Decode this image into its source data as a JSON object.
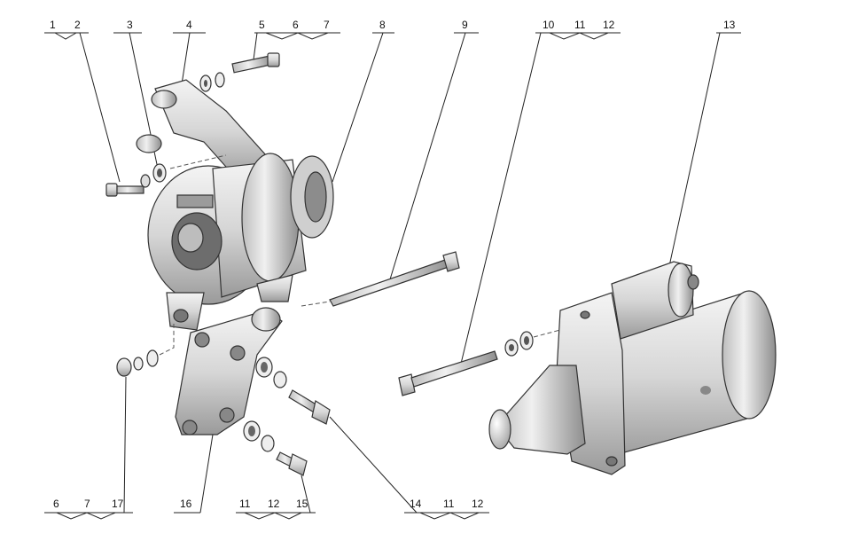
{
  "callouts": {
    "g_1_7": [
      "1",
      "2",
      "3",
      "4",
      "5",
      "6",
      "7"
    ],
    "n8": "8",
    "n9": "9",
    "g_10_12": [
      "10",
      "11",
      "12"
    ],
    "n13": "13",
    "g_bottom_left": [
      "6",
      "7",
      "17"
    ],
    "n16": "16",
    "g_11_15": [
      "11",
      "12",
      "15"
    ],
    "g_14_12": [
      "14",
      "11",
      "12"
    ]
  },
  "parts": {
    "alternator": "alternator-assembly",
    "starter": "starter-motor-assembly",
    "upper_bracket": "upper-mounting-bracket",
    "lower_bracket": "lower-mounting-bracket"
  }
}
